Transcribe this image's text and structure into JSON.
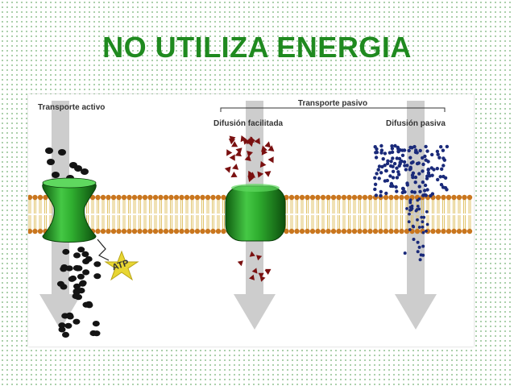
{
  "title": "NO UTILIZA ENERGIA",
  "labels": {
    "active": "Transporte activo",
    "passive": "Transporte pasivo",
    "facilitated": "Difusión facilitada",
    "simple": "Difusión pasiva",
    "atp": "ATP"
  },
  "colors": {
    "title": "#1f8a1f",
    "protein": "#2fae2f",
    "lipid_head": "#c9761e",
    "lipid_tail": "#e0c36a",
    "arrow": "#cdcdcd",
    "atp": "#e8d632",
    "active_molecule": "#141414",
    "facilitated_molecule": "#7a1010",
    "simple_molecule": "#1a2a7a"
  },
  "icons": {
    "active_protein": "channel-protein-icon",
    "facilitated_protein": "carrier-protein-icon",
    "atp": "atp-star-icon"
  }
}
